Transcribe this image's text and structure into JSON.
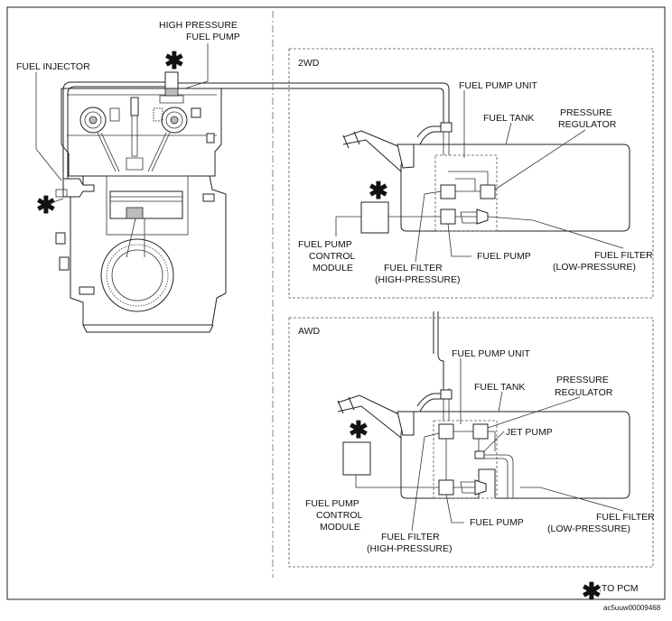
{
  "labels": {
    "high_pressure_fuel_pump": [
      "HIGH PRESSURE",
      "FUEL PUMP"
    ],
    "fuel_injector": "FUEL INJECTOR",
    "section_2wd": "2WD",
    "section_awd": "AWD",
    "fuel_pump_unit": "FUEL PUMP UNIT",
    "fuel_tank": "FUEL TANK",
    "pressure_regulator": [
      "PRESSURE",
      "REGULATOR"
    ],
    "fuel_pump": "FUEL PUMP",
    "fuel_pump_control_module": [
      "FUEL PUMP",
      "CONTROL",
      "MODULE"
    ],
    "fuel_filter_high": [
      "FUEL FILTER",
      "(HIGH-PRESSURE)"
    ],
    "fuel_filter_low": [
      "FUEL FILTER",
      "(LOW-PRESSURE)"
    ],
    "jet_pump": "JET PUMP"
  },
  "legend": {
    "symbol": "✱",
    "text": ":TO PCM"
  },
  "reference": "ac5uuw00009468",
  "colors": {
    "line": "#222222",
    "background": "#ffffff",
    "shade": "#bdbdbd"
  }
}
